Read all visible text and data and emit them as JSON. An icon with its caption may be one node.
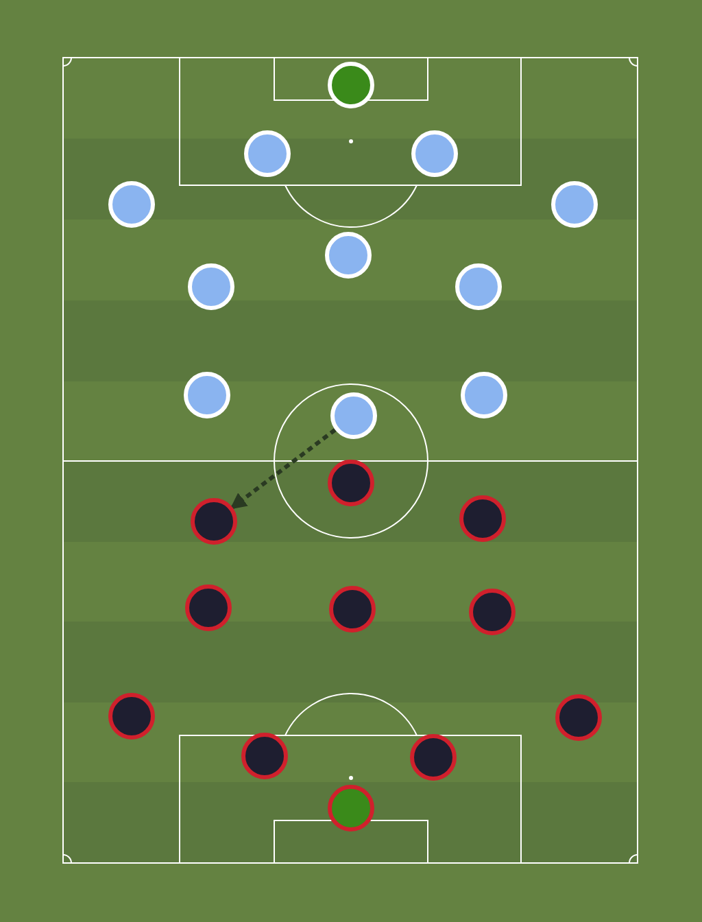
{
  "diagram": {
    "nodes": [
      {
        "text": [],
        "shape": "circle"
      },
      {
        "text": [],
        "shape": "circle"
      },
      {
        "text": [],
        "shape": "circle"
      },
      {
        "text": [],
        "shape": "circle"
      },
      {
        "text": [],
        "shape": "circle"
      },
      {
        "text": [],
        "shape": "circle"
      },
      {
        "text": [],
        "shape": "circle"
      },
      {
        "text": [],
        "shape": "circle"
      },
      {
        "text": [],
        "shape": "circle"
      },
      {
        "text": [],
        "shape": "circle"
      },
      {
        "text": [],
        "shape": "circle"
      },
      {
        "text": [],
        "shape": "circle"
      },
      {
        "text": [],
        "shape": "circle"
      },
      {
        "text": [],
        "shape": "circle"
      },
      {
        "text": [],
        "shape": "circle"
      },
      {
        "text": [],
        "shape": "circle"
      },
      {
        "text": [],
        "shape": "circle"
      },
      {
        "text": [],
        "shape": "circle"
      },
      {
        "text": [],
        "shape": "circle"
      },
      {
        "text": [],
        "shape": "circle"
      },
      {
        "text": [],
        "shape": "circle"
      },
      {
        "text": [],
        "shape": "circle"
      }
    ],
    "edges": [
      {
        "from": 10,
        "to": 12,
        "arrow": "to",
        "style": "dashed"
      }
    ]
  }
}
